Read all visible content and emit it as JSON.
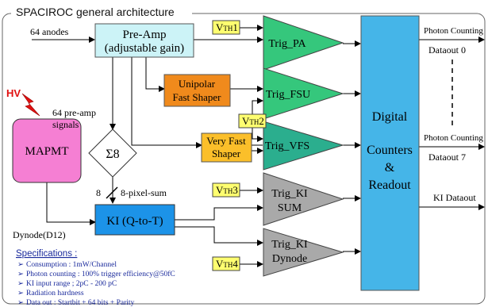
{
  "title": "SPACIROC general architecture",
  "hv_label": "HV",
  "blocks": {
    "preamp": [
      "Pre-Amp",
      "(adjustable gain)"
    ],
    "mapmt": "MAPMT",
    "unipolar": [
      "Unipolar",
      "Fast Shaper"
    ],
    "vfs": [
      "Very Fast",
      "Shaper"
    ],
    "sum": "Σ8",
    "ki": "KI (Q-to-T)",
    "digital": [
      "Digital",
      "Counters",
      "&",
      "Readout"
    ]
  },
  "triggers": {
    "pa": "Trig_PA",
    "fsu": "Trig_FSU",
    "vfs": "Trig_VFS",
    "ki_sum": [
      "Trig_KI",
      "SUM"
    ],
    "ki_dynode": [
      "Trig_KI",
      "Dynode"
    ]
  },
  "thresholds": {
    "vth1": {
      "main": "V",
      "sub": "TH",
      "num": "1"
    },
    "vth2": {
      "main": "V",
      "sub": "TH",
      "num": "2"
    },
    "vth3": {
      "main": "V",
      "sub": "TH",
      "num": "3"
    },
    "vth4": {
      "main": "V",
      "sub": "TH",
      "num": "4"
    }
  },
  "labels": {
    "anodes": "64 anodes",
    "preamp_signals": [
      "64 pre-amp",
      "signals"
    ],
    "bus_width": "8",
    "pixel_sum": "8-pixel-sum",
    "dynode": "Dynode(D12)",
    "photon_counting_0": "Photon Counting",
    "dataout_0": "Dataout 0",
    "photon_counting_7": "Photon Counting",
    "dataout_7": "Dataout 7",
    "ki_dataout": "KI Dataout"
  },
  "specifications": {
    "heading": "Specifications :",
    "items": [
      "Consumption : 1mW/Channel",
      "Photon counting : 100% trigger efficiency@50fC",
      "KI input range ; 2pC - 200 pC",
      "Radiation hardness",
      "Data out : Startbit + 64 bits + Parity"
    ]
  },
  "colors": {
    "preamp": "#ccf3f7",
    "mapmt": "#f57fd3",
    "unipolar": "#f08a1c",
    "vfs": "#fbbf2a",
    "ki": "#1c93e8",
    "digital": "#45b5e8",
    "trig_green": "#35c77c",
    "trig_teal": "#2bae8e",
    "trig_gray": "#a9a9a9",
    "vth": "#ffff70",
    "hv": "#e01010",
    "spec_text": "#1a2a9c",
    "arrow_red": "#e02020"
  }
}
